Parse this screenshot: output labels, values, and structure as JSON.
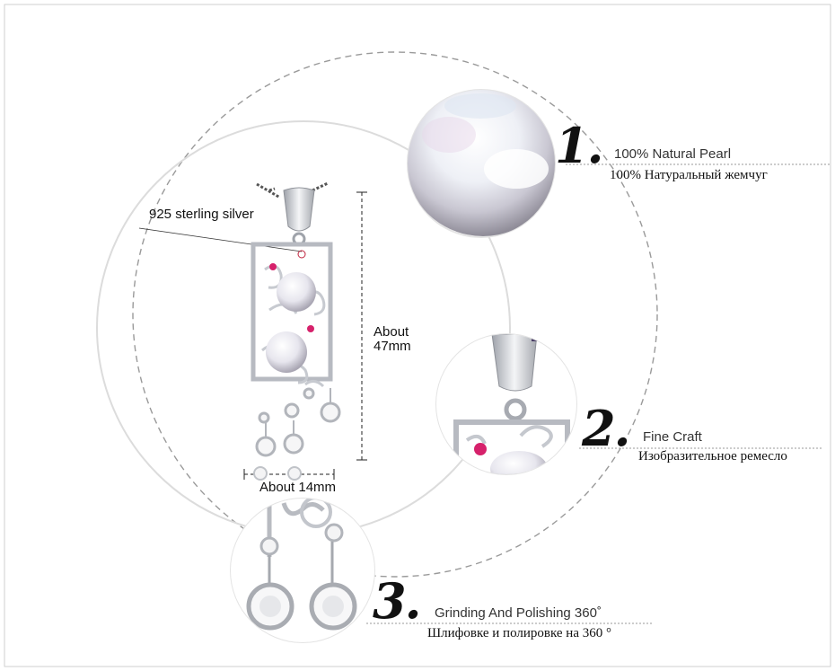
{
  "labels": {
    "material": "925 sterling silver",
    "height": "About\n47mm",
    "height_line1": "About",
    "height_line2": "47mm",
    "width": "About 14mm"
  },
  "features": [
    {
      "number": "1.",
      "title_en": "100% Natural Pearl",
      "title_ru": "100% Натуральный жемчуг"
    },
    {
      "number": "2.",
      "title_en": "Fine Craft",
      "title_ru": "Изобразительное ремесло"
    },
    {
      "number": "3.",
      "title_en": "Grinding And Polishing 360˚",
      "title_ru": "Шлифовке и полировке на 360 °"
    }
  ],
  "colors": {
    "pearl": "#f2f0f3",
    "silver": "#c9ccd2",
    "gem": "#d6216b",
    "ring_line": "#9a9a9a",
    "frame": "#c8c8c8"
  }
}
